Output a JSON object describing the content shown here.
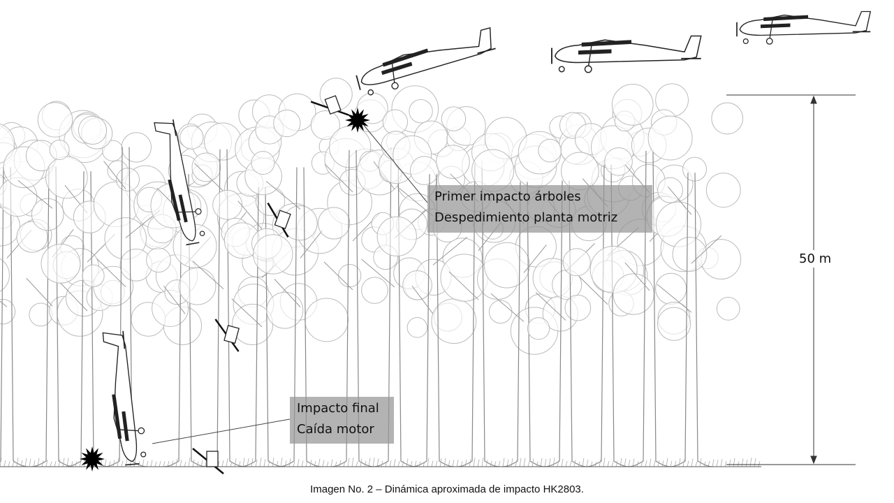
{
  "annotations": {
    "first_impact": [
      "Primer impacto árboles",
      "Despedimiento planta motriz"
    ],
    "final_impact": [
      "Impacto final",
      "Caída motor"
    ]
  },
  "scale": {
    "label": "50 m"
  },
  "caption": "Imagen No. 2 – Dinámica aproximada de impacto HK2803."
}
